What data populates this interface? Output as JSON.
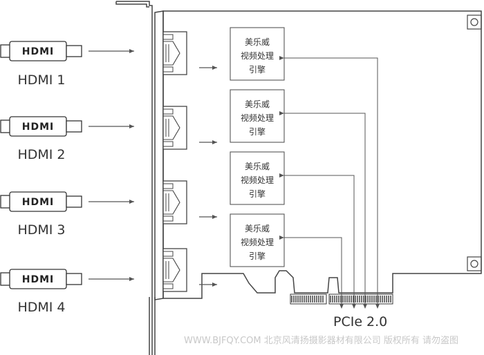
{
  "inputs": [
    {
      "connector_text": "HDMI",
      "label": "HDMI 1"
    },
    {
      "connector_text": "HDMI",
      "label": "HDMI 2"
    },
    {
      "connector_text": "HDMI",
      "label": "HDMI 3"
    },
    {
      "connector_text": "HDMI",
      "label": "HDMI 4"
    }
  ],
  "engines": [
    {
      "line1": "美乐威",
      "line2": "视频处理",
      "line3": "引擎"
    },
    {
      "line1": "美乐威",
      "line2": "视频处理",
      "line3": "引擎"
    },
    {
      "line1": "美乐威",
      "line2": "视频处理",
      "line3": "引擎"
    },
    {
      "line1": "美乐威",
      "line2": "视频处理",
      "line3": "引擎"
    }
  ],
  "bus_label": "PCIe 2.0",
  "watermark": "WWW.BJFQY.COM 北京风清扬摄影器材有限公司 版权所有 请勿盗图"
}
